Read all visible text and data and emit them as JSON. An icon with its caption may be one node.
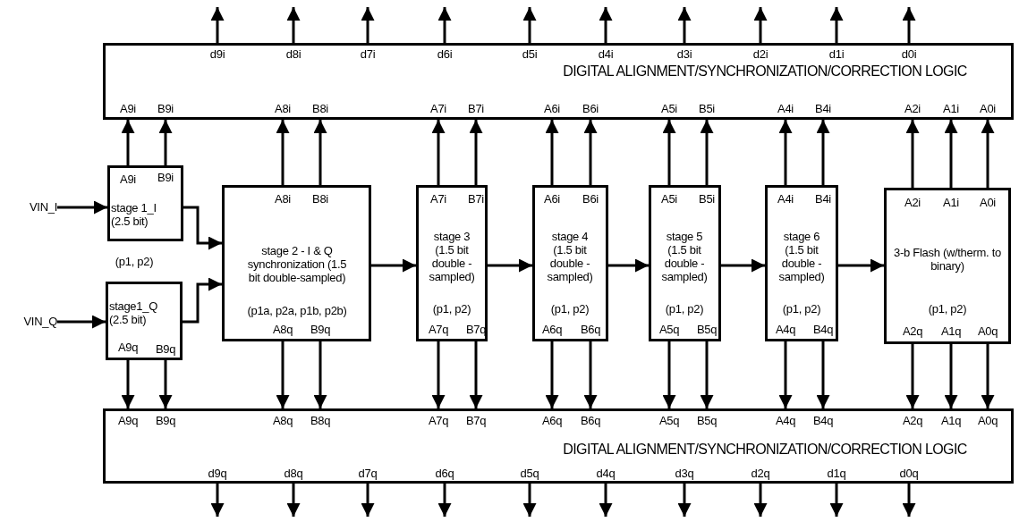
{
  "diagram": {
    "nodes": [
      {
        "text": [
          "d9i",
          "d8i",
          "d7i",
          "d6i",
          "d5i",
          "d4i",
          "d3i",
          "d2i",
          "d1i",
          "d0i",
          "DIGITAL ALIGNMENT/SYNCHRONIZATION/CORRECTION LOGIC",
          "A9i",
          "B9i",
          "A8i",
          "B8i",
          "A7i",
          "B7i",
          "A6i",
          "B6i",
          "A5i",
          "B5i",
          "A4i",
          "B4i",
          "A2i",
          "A1i",
          "A0i"
        ]
      },
      {
        "text": [
          "VIN_I"
        ]
      },
      {
        "text": [
          "A9i",
          "B9i",
          "stage 1_I (2.5 bit)"
        ],
        "beside": [
          "(p1, p2)"
        ]
      },
      {
        "text": [
          "A8i",
          "B8i",
          "stage 2 - I & Q synchronization (1.5 bit double-sampled)",
          "(p1a, p2a, p1b, p2b)",
          "A8q",
          "B9q"
        ]
      },
      {
        "text": [
          "A7i",
          "B7i",
          "stage 3 (1.5 bit double - sampled)",
          "(p1, p2)",
          "A7q",
          "B7q"
        ]
      },
      {
        "text": [
          "A6i",
          "B6i",
          "stage 4 (1.5 bit double - sampled)",
          "(p1, p2)",
          "A6q",
          "B6q"
        ]
      },
      {
        "text": [
          "A5i",
          "B5i",
          "stage 5 (1.5 bit double - sampled)",
          "(p1, p2)",
          "A5q",
          "B5q"
        ]
      },
      {
        "text": [
          "A4i",
          "B4i",
          "stage 6 (1.5 bit double - sampled)",
          "(p1, p2)",
          "A4q",
          "B4q"
        ]
      },
      {
        "text": [
          "A2i",
          "A1i",
          "A0i",
          "3-b Flash (w/therm. to binary)",
          "(p1, p2)",
          "A2q",
          "A1q",
          "A0q"
        ]
      },
      {
        "text": [
          "VIN_Q"
        ]
      },
      {
        "text": [
          "stage1_Q (2.5 bit)",
          "A9q",
          "B9q"
        ]
      },
      {
        "text": [
          "A9q",
          "B9q",
          "A8q",
          "B8q",
          "A7q",
          "B7q",
          "A6q",
          "B6q",
          "A5q",
          "B5q",
          "A4q",
          "B4q",
          "A2q",
          "A1q",
          "A0q",
          "DIGITAL ALIGNMENT/SYNCHRONIZATION/CORRECTION LOGIC",
          "d9q",
          "d8q",
          "d7q",
          "d6q",
          "d5q",
          "d4q",
          "d3q",
          "d2q",
          "d1q",
          "d0q"
        ]
      }
    ],
    "edges": [
      {
        "from": 0,
        "to": null,
        "arrow": "to"
      },
      {
        "from": 0,
        "to": null,
        "arrow": "to"
      },
      {
        "from": 0,
        "to": null,
        "arrow": "to"
      },
      {
        "from": 0,
        "to": null,
        "arrow": "to"
      },
      {
        "from": 0,
        "to": null,
        "arrow": "to"
      },
      {
        "from": 0,
        "to": null,
        "arrow": "to"
      },
      {
        "from": 0,
        "to": null,
        "arrow": "to"
      },
      {
        "from": 0,
        "to": null,
        "arrow": "to"
      },
      {
        "from": 0,
        "to": null,
        "arrow": "to"
      },
      {
        "from": 0,
        "to": null,
        "arrow": "to"
      },
      {
        "from": 1,
        "to": 2,
        "arrow": "to"
      },
      {
        "from": 9,
        "to": 10,
        "arrow": "to"
      },
      {
        "from": 2,
        "to": 3,
        "arrow": "to"
      },
      {
        "from": 10,
        "to": 3,
        "arrow": "to"
      },
      {
        "from": 2,
        "to": 0,
        "arrow": "to"
      },
      {
        "from": 2,
        "to": 0,
        "arrow": "to"
      },
      {
        "from": 3,
        "to": 0,
        "arrow": "to"
      },
      {
        "from": 3,
        "to": 0,
        "arrow": "to"
      },
      {
        "from": 4,
        "to": 0,
        "arrow": "to"
      },
      {
        "from": 4,
        "to": 0,
        "arrow": "to"
      },
      {
        "from": 5,
        "to": 0,
        "arrow": "to"
      },
      {
        "from": 5,
        "to": 0,
        "arrow": "to"
      },
      {
        "from": 6,
        "to": 0,
        "arrow": "to"
      },
      {
        "from": 6,
        "to": 0,
        "arrow": "to"
      },
      {
        "from": 7,
        "to": 0,
        "arrow": "to"
      },
      {
        "from": 7,
        "to": 0,
        "arrow": "to"
      },
      {
        "from": 8,
        "to": 0,
        "arrow": "to"
      },
      {
        "from": 8,
        "to": 0,
        "arrow": "to"
      },
      {
        "from": 8,
        "to": 0,
        "arrow": "to"
      },
      {
        "from": 3,
        "to": 4,
        "arrow": "to"
      },
      {
        "from": 4,
        "to": 5,
        "arrow": "to"
      },
      {
        "from": 5,
        "to": 6,
        "arrow": "to"
      },
      {
        "from": 6,
        "to": 7,
        "arrow": "to"
      },
      {
        "from": 7,
        "to": 8,
        "arrow": "to"
      },
      {
        "from": 10,
        "to": 11,
        "arrow": "to"
      },
      {
        "from": 10,
        "to": 11,
        "arrow": "to"
      },
      {
        "from": 3,
        "to": 11,
        "arrow": "to"
      },
      {
        "from": 3,
        "to": 11,
        "arrow": "to"
      },
      {
        "from": 4,
        "to": 11,
        "arrow": "to"
      },
      {
        "from": 4,
        "to": 11,
        "arrow": "to"
      },
      {
        "from": 5,
        "to": 11,
        "arrow": "to"
      },
      {
        "from": 5,
        "to": 11,
        "arrow": "to"
      },
      {
        "from": 6,
        "to": 11,
        "arrow": "to"
      },
      {
        "from": 6,
        "to": 11,
        "arrow": "to"
      },
      {
        "from": 7,
        "to": 11,
        "arrow": "to"
      },
      {
        "from": 7,
        "to": 11,
        "arrow": "to"
      },
      {
        "from": 8,
        "to": 11,
        "arrow": "to"
      },
      {
        "from": 8,
        "to": 11,
        "arrow": "to"
      },
      {
        "from": 8,
        "to": 11,
        "arrow": "to"
      },
      {
        "from": 11,
        "to": null,
        "arrow": "to"
      },
      {
        "from": 11,
        "to": null,
        "arrow": "to"
      },
      {
        "from": 11,
        "to": null,
        "arrow": "to"
      },
      {
        "from": 11,
        "to": null,
        "arrow": "to"
      },
      {
        "from": 11,
        "to": null,
        "arrow": "to"
      },
      {
        "from": 11,
        "to": null,
        "arrow": "to"
      },
      {
        "from": 11,
        "to": null,
        "arrow": "to"
      },
      {
        "from": 11,
        "to": null,
        "arrow": "to"
      },
      {
        "from": 11,
        "to": null,
        "arrow": "to"
      },
      {
        "from": 11,
        "to": null,
        "arrow": "to"
      }
    ]
  }
}
